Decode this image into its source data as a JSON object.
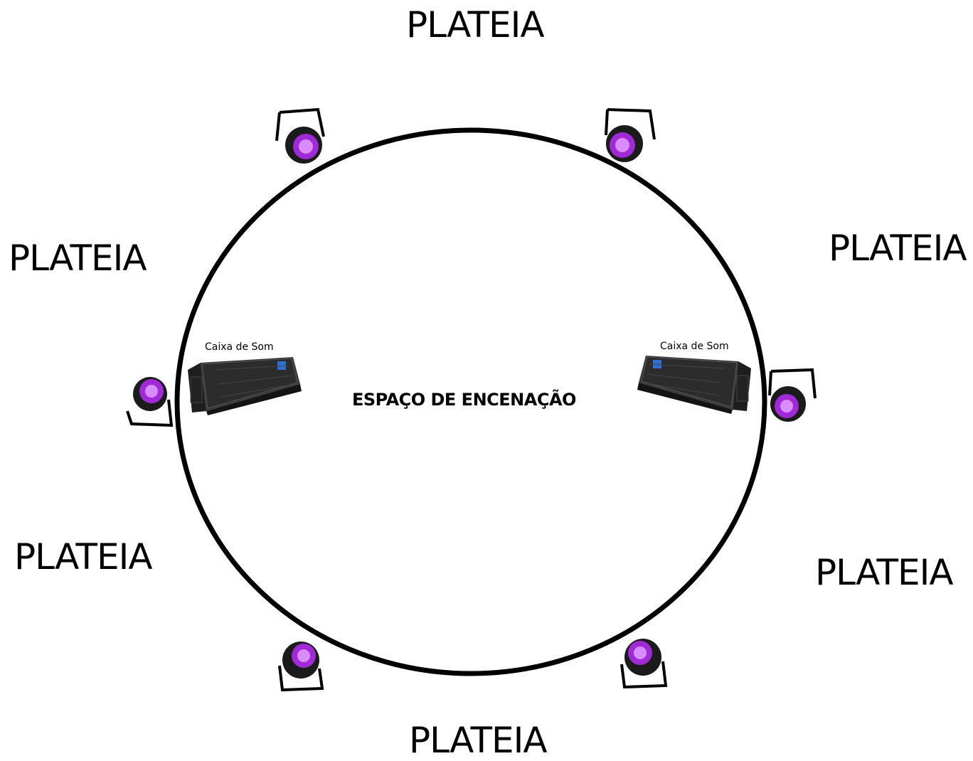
{
  "audience_labels": {
    "top": "PLATEIA",
    "left_upper": "PLATEIA",
    "right_upper": "PLATEIA",
    "left_lower": "PLATEIA",
    "right_lower": "PLATEIA",
    "bottom": "PLATEIA"
  },
  "stage": {
    "label": "ESPAÇO DE ENCENAÇÃO"
  },
  "speakers": {
    "left_label": "Caixa de Som",
    "right_label": "Caixa de Som"
  },
  "icons": {
    "light": "par-led-light-icon",
    "speaker": "speaker-cabinet-icon"
  },
  "colors": {
    "led": "#a02bd6",
    "led_glow": "#d98cff",
    "cabinet": "#2b2b2b",
    "speaker_accent": "#2f6fd1"
  }
}
